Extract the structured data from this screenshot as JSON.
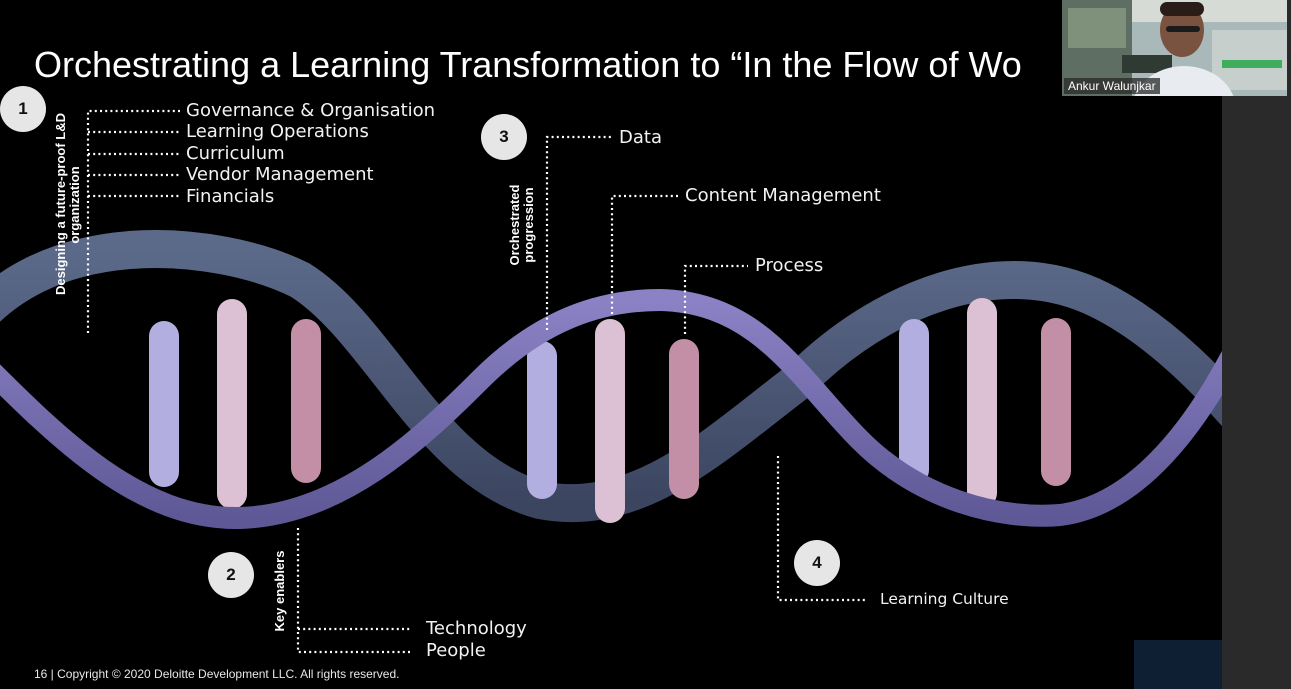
{
  "slide": {
    "title": "Orchestrating a Learning Transformation to “In the Flow of Wo",
    "footer": "16 | Copyright © 2020 Deloitte Development LLC. All rights reserved.",
    "section1": {
      "number": "1",
      "vertical_label_line1": "Designing a future-proof L&D",
      "vertical_label_line2": "organization",
      "items": [
        "Governance & Organisation",
        "Learning Operations",
        "Curriculum",
        "Vendor Management",
        "Financials"
      ]
    },
    "section2": {
      "number": "2",
      "vertical_label": "Key enablers",
      "items": [
        "Technology",
        "People"
      ]
    },
    "section3": {
      "number": "3",
      "vertical_label_line1": "Orchestrated",
      "vertical_label_line2": "progression",
      "items": [
        "Data",
        "Content Management",
        "Process"
      ]
    },
    "section4": {
      "number": "4",
      "items": [
        "Learning Culture"
      ]
    }
  },
  "webcam": {
    "participant_name": "Ankur Walunjkar"
  },
  "colors": {
    "background": "#000000",
    "helix_front": "#7d76b2",
    "helix_back": "#4a5472",
    "rung_lavender": "#b3aee0",
    "rung_pink": "#dcc0d3",
    "rung_mauve": "#c28fa6",
    "badge": "#e6e6e6"
  }
}
